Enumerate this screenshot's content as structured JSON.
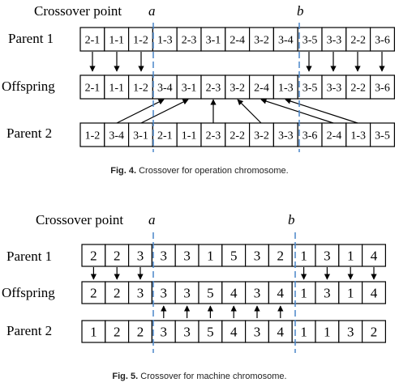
{
  "fig4": {
    "crossover_label": "Crossover point",
    "point_a": "a",
    "point_b": "b",
    "row_labels": [
      "Parent 1",
      "Offspring",
      "Parent 2"
    ],
    "parent1": [
      "2-1",
      "1-1",
      "1-2",
      "1-3",
      "2-3",
      "3-1",
      "2-4",
      "3-2",
      "3-4",
      "3-5",
      "3-3",
      "2-2",
      "3-6"
    ],
    "offspring": [
      "2-1",
      "1-1",
      "1-2",
      "3-4",
      "3-1",
      "2-3",
      "3-2",
      "2-4",
      "1-3",
      "3-5",
      "3-3",
      "2-2",
      "3-6"
    ],
    "parent2": [
      "1-2",
      "3-4",
      "3-1",
      "2-1",
      "1-1",
      "2-3",
      "2-2",
      "3-2",
      "3-3",
      "3-6",
      "2-4",
      "1-3",
      "3-5"
    ],
    "caption_label": "Fig. 4.",
    "caption_text": "Crossover for operation chromosome."
  },
  "fig5": {
    "crossover_label": "Crossover point",
    "point_a": "a",
    "point_b": "b",
    "row_labels": [
      "Parent 1",
      "Offspring",
      "Parent 2"
    ],
    "parent1": [
      "2",
      "2",
      "3",
      "3",
      "3",
      "1",
      "5",
      "3",
      "2",
      "1",
      "3",
      "1",
      "4"
    ],
    "offspring": [
      "2",
      "2",
      "3",
      "3",
      "3",
      "5",
      "4",
      "3",
      "4",
      "1",
      "3",
      "1",
      "4"
    ],
    "parent2": [
      "1",
      "2",
      "2",
      "3",
      "3",
      "5",
      "4",
      "3",
      "4",
      "1",
      "1",
      "3",
      "2"
    ],
    "caption_label": "Fig. 5.",
    "caption_text": "Crossover for machine chromosome."
  },
  "colors": {
    "cut_line": "#4a86c8",
    "box": "#000000",
    "text": "#000000"
  }
}
